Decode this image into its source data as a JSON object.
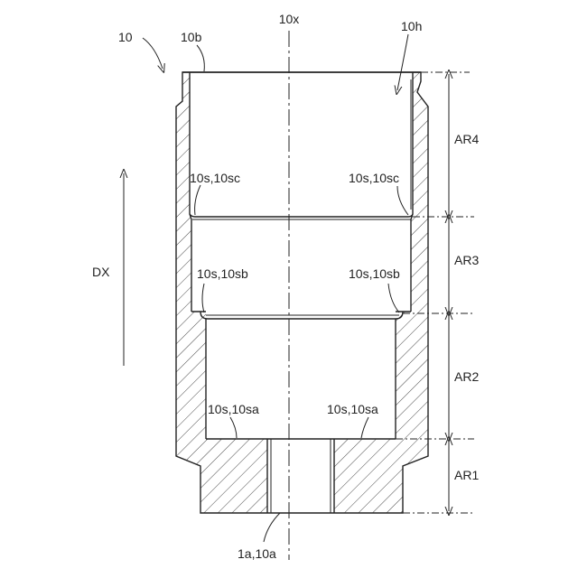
{
  "labels": {
    "part": "10",
    "end_face": "10b",
    "axis": "10x",
    "hole": "10h",
    "direction": "DX",
    "surface_c_left": "10s,10sc",
    "surface_c_right": "10s,10sc",
    "surface_b_left": "10s,10sb",
    "surface_b_right": "10s,10sb",
    "surface_a_left": "10s,10sa",
    "surface_a_right": "10s,10sa",
    "bottom": "1a,10a",
    "region_4": "AR4",
    "region_3": "AR3",
    "region_2": "AR2",
    "region_1": "AR1"
  }
}
